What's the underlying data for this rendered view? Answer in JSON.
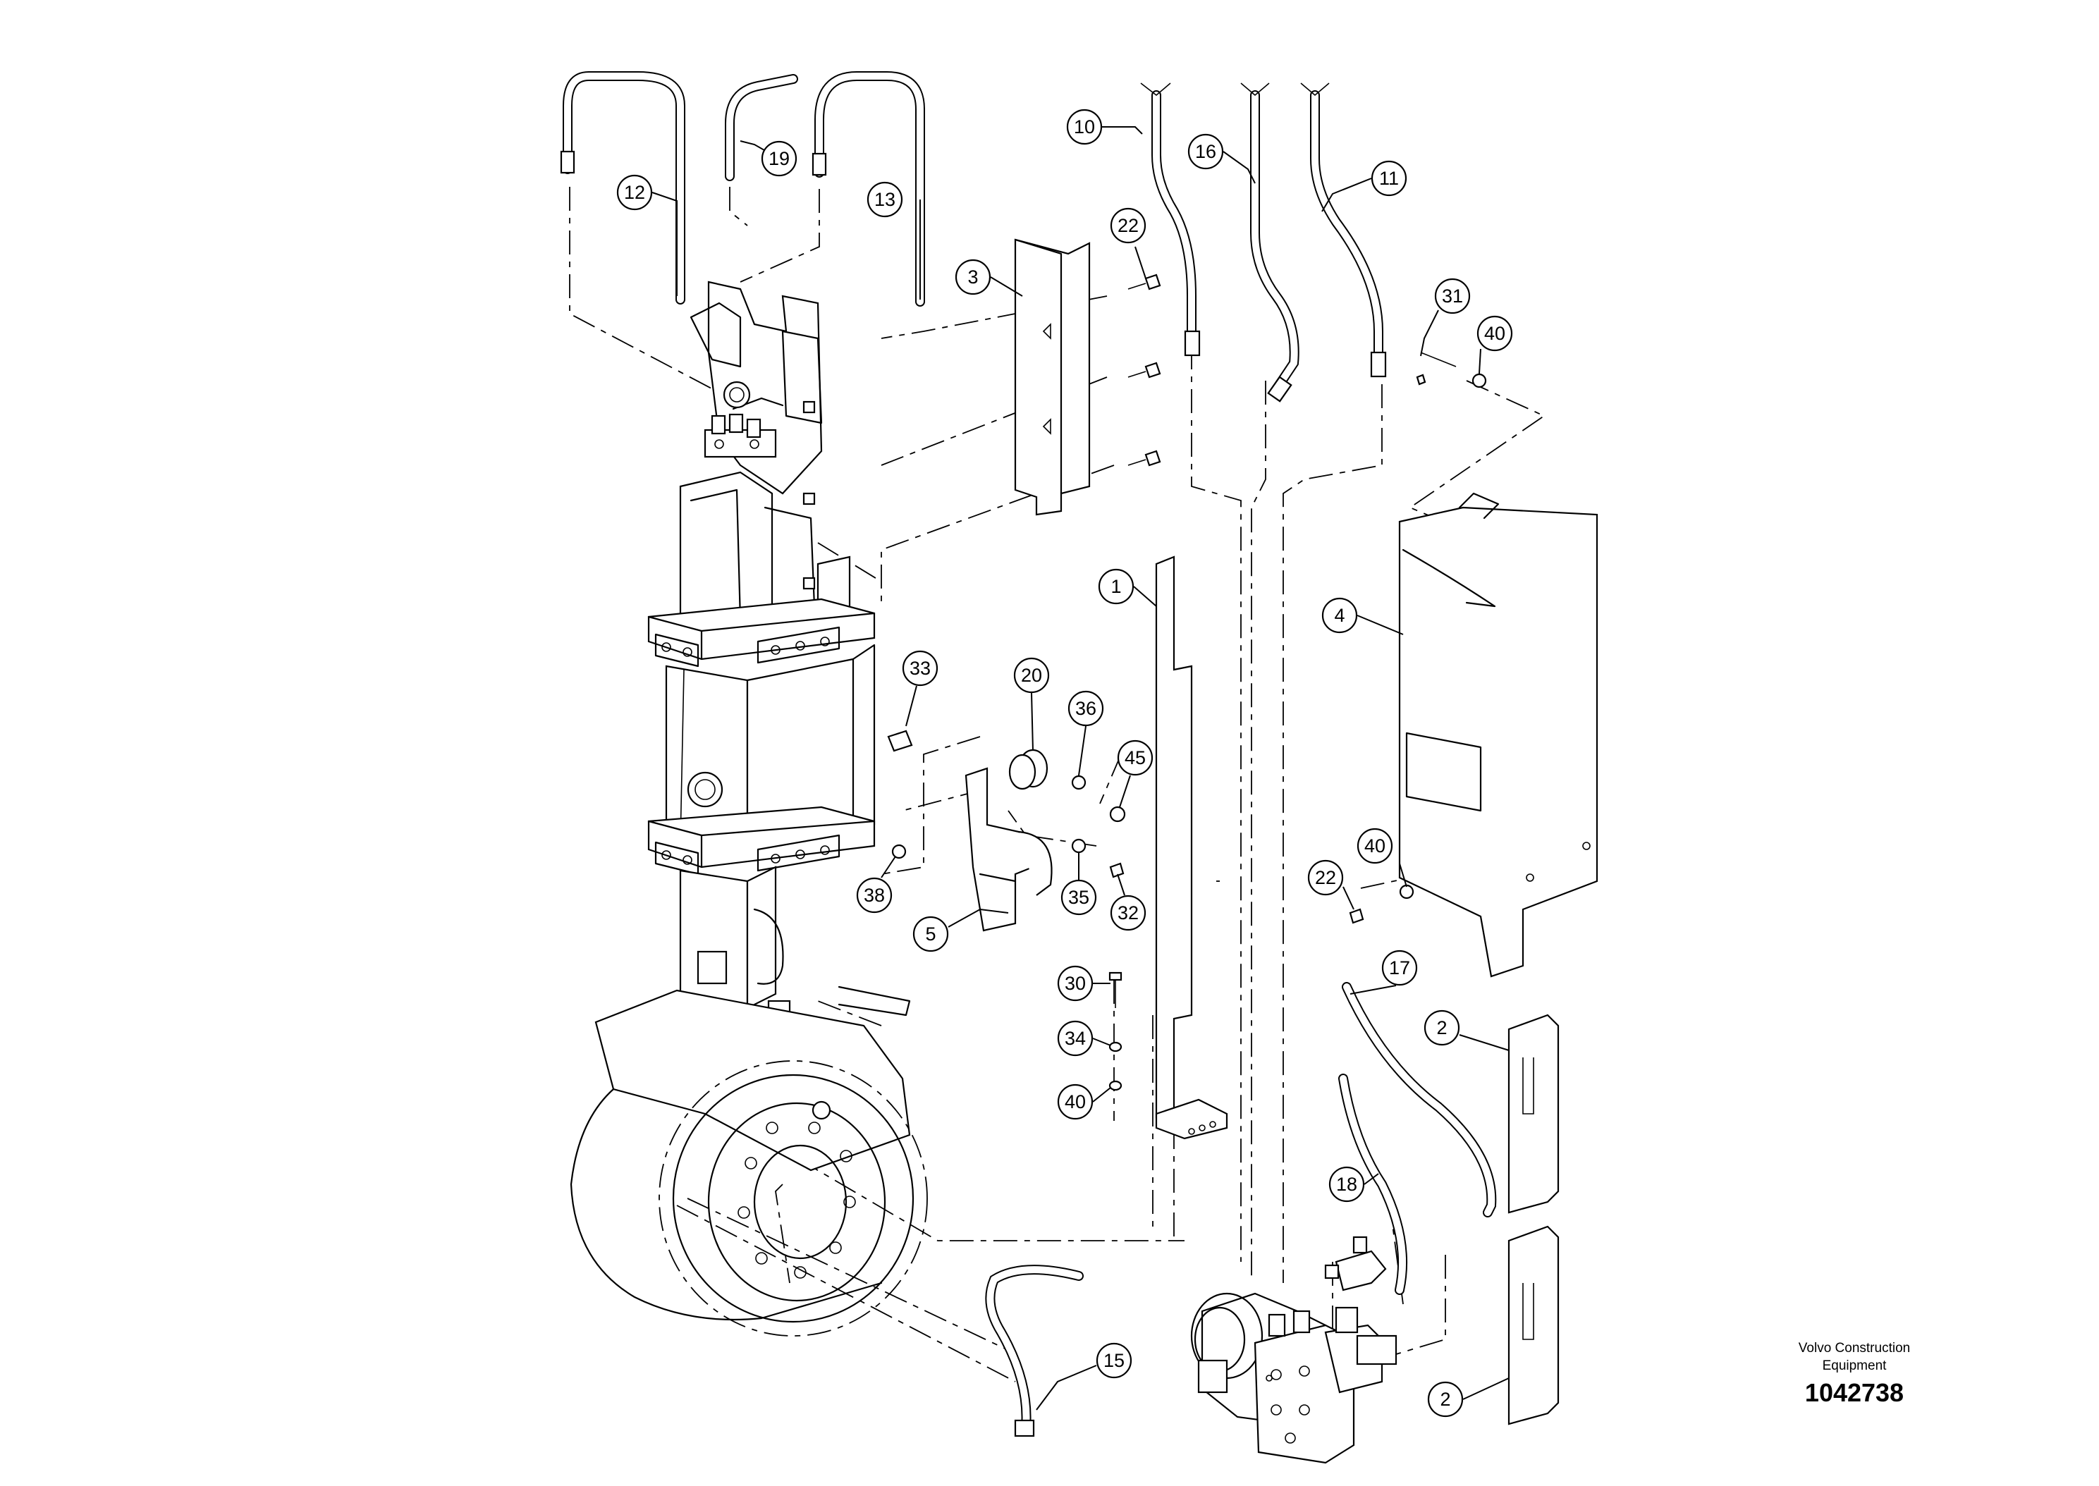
{
  "diagram": {
    "kind": "exploded parts diagram",
    "callouts": [
      "12",
      "19",
      "13",
      "10",
      "16",
      "11",
      "22",
      "3",
      "31",
      "40",
      "1",
      "4",
      "33",
      "20",
      "36",
      "45",
      "38",
      "5",
      "35",
      "32",
      "40",
      "22",
      "30",
      "34",
      "40",
      "17",
      "2",
      "18",
      "15",
      "2"
    ]
  },
  "footer": {
    "maker_line1": "Volvo Construction",
    "maker_line2": "Equipment",
    "document_number": "1042738"
  }
}
